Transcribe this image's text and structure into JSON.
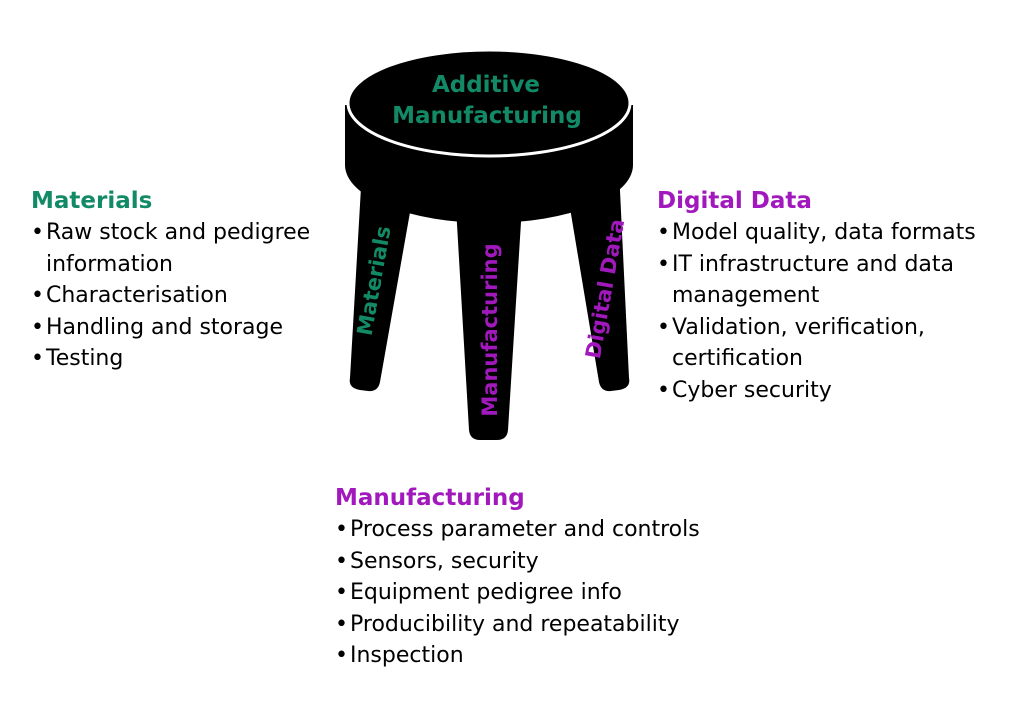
{
  "colors": {
    "green": "#138a66",
    "purple": "#a119bd",
    "stool": "#000000",
    "seat_outline": "#ffffff"
  },
  "stool": {
    "seat_label_line1": "Additive",
    "seat_label_line2": "Manufacturing",
    "legs": {
      "left": "Materials",
      "middle": "Manufacturing",
      "right": "Digital Data"
    }
  },
  "materials": {
    "title": "Materials",
    "items": [
      "Raw stock and pedigree information",
      "Characterisation",
      "Handling and storage",
      "Testing"
    ]
  },
  "digital_data": {
    "title": "Digital Data",
    "items": [
      "Model quality, data formats",
      "IT infrastructure and data management",
      "Validation, verification, certification",
      "Cyber security"
    ]
  },
  "manufacturing": {
    "title": "Manufacturing",
    "items": [
      "Process parameter and controls",
      "Sensors, security",
      "Equipment pedigree info",
      "Producibility and repeatability",
      "Inspection"
    ]
  }
}
